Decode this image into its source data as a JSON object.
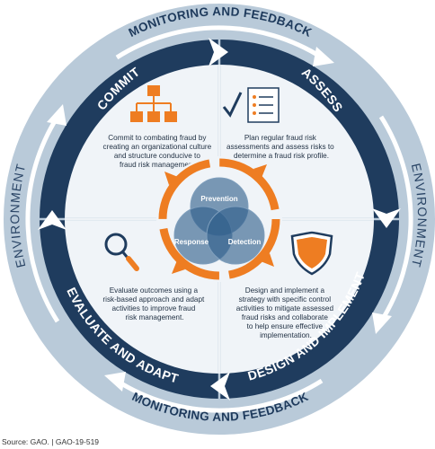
{
  "outer_label_top": "MONITORING AND FEEDBACK",
  "outer_label_bottom": "MONITORING AND FEEDBACK",
  "environment_left": "ENVIRONMENT",
  "environment_right": "ENVIRONMENT",
  "phases": {
    "commit": {
      "title": "COMMIT",
      "text": [
        "Commit to combating fraud by",
        "creating an organizational culture",
        "and structure conducive to",
        "fraud risk management."
      ]
    },
    "assess": {
      "title": "ASSESS",
      "text": [
        "Plan regular fraud risk",
        "assessments and assess risks to",
        "determine a fraud risk profile."
      ]
    },
    "design": {
      "title": "DESIGN AND IMPLEMENT",
      "text": [
        "Design and implement a",
        "strategy with specific control",
        "activities to mitigate assessed",
        "fraud risks and collaborate",
        "to help ensure effective",
        "implementation."
      ]
    },
    "evaluate": {
      "title": "EVALUATE AND ADAPT",
      "text": [
        "Evaluate outcomes using a",
        "risk-based approach and adapt",
        "activities to improve fraud",
        "risk management."
      ]
    }
  },
  "center": {
    "prevention": "Prevention",
    "response": "Response",
    "detection": "Detection"
  },
  "source": "Source: GAO.  |  GAO-19-519",
  "colors": {
    "navy": "#1f3c5e",
    "ring": "#b9cad9",
    "orange": "#ee7d22",
    "panel": "#f0f4f8",
    "venn": "#2e5d8a"
  }
}
